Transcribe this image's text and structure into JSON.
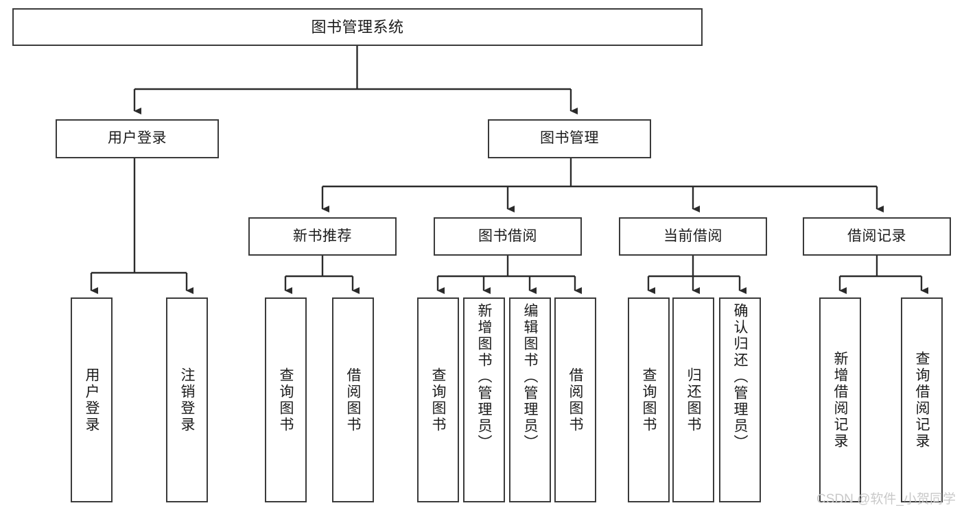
{
  "diagram": {
    "type": "tree-hierarchy-chart",
    "title": "图书管理系统",
    "background_color": "#ffffff",
    "box_border_color": "#3a3a3a",
    "connector_color": "#2b2b2b",
    "levels": [
      {
        "level": 1,
        "nodes": [
          {
            "id": "root",
            "label": "图书管理系统",
            "orientation": "horizontal"
          }
        ]
      },
      {
        "level": 2,
        "nodes": [
          {
            "id": "login",
            "label": "用户登录",
            "orientation": "horizontal"
          },
          {
            "id": "bookmgmt",
            "label": "图书管理",
            "orientation": "horizontal"
          }
        ]
      },
      {
        "level": 3,
        "nodes": [
          {
            "id": "newbook",
            "label": "新书推荐",
            "orientation": "horizontal"
          },
          {
            "id": "borrow",
            "label": "图书借阅",
            "orientation": "horizontal"
          },
          {
            "id": "current",
            "label": "当前借阅",
            "orientation": "horizontal"
          },
          {
            "id": "records",
            "label": "借阅记录",
            "orientation": "horizontal"
          }
        ]
      },
      {
        "level": 4,
        "nodes": [
          {
            "id": "leaf-user-login",
            "label": "用户登录",
            "orientation": "vertical",
            "parent": "login"
          },
          {
            "id": "leaf-logout",
            "label": "注销登录",
            "orientation": "vertical",
            "parent": "login"
          },
          {
            "id": "leaf-query-book-1",
            "label": "查询图书",
            "orientation": "vertical",
            "parent": "newbook"
          },
          {
            "id": "leaf-borrow-book-1",
            "label": "借阅图书",
            "orientation": "vertical",
            "parent": "newbook"
          },
          {
            "id": "leaf-query-book-2",
            "label": "查询图书",
            "orientation": "vertical",
            "parent": "borrow"
          },
          {
            "id": "leaf-add-book",
            "label": "新增图书（管理员）",
            "orientation": "vertical",
            "parent": "borrow"
          },
          {
            "id": "leaf-edit-book",
            "label": "编辑图书（管理员）",
            "orientation": "vertical",
            "parent": "borrow"
          },
          {
            "id": "leaf-borrow-book-2",
            "label": "借阅图书",
            "orientation": "vertical",
            "parent": "borrow"
          },
          {
            "id": "leaf-query-book-3",
            "label": "查询图书",
            "orientation": "vertical",
            "parent": "current"
          },
          {
            "id": "leaf-return-book",
            "label": "归还图书",
            "orientation": "vertical",
            "parent": "current"
          },
          {
            "id": "leaf-confirm-return",
            "label": "确认归还（管理员）",
            "orientation": "vertical",
            "parent": "current"
          },
          {
            "id": "leaf-add-record",
            "label": "新增借阅记录",
            "orientation": "vertical",
            "parent": "records"
          },
          {
            "id": "leaf-query-record",
            "label": "查询借阅记录",
            "orientation": "vertical",
            "parent": "records"
          }
        ]
      }
    ]
  },
  "watermark": {
    "text": "CSDN @软件_小贺同学",
    "color": "#c9c9c9"
  }
}
